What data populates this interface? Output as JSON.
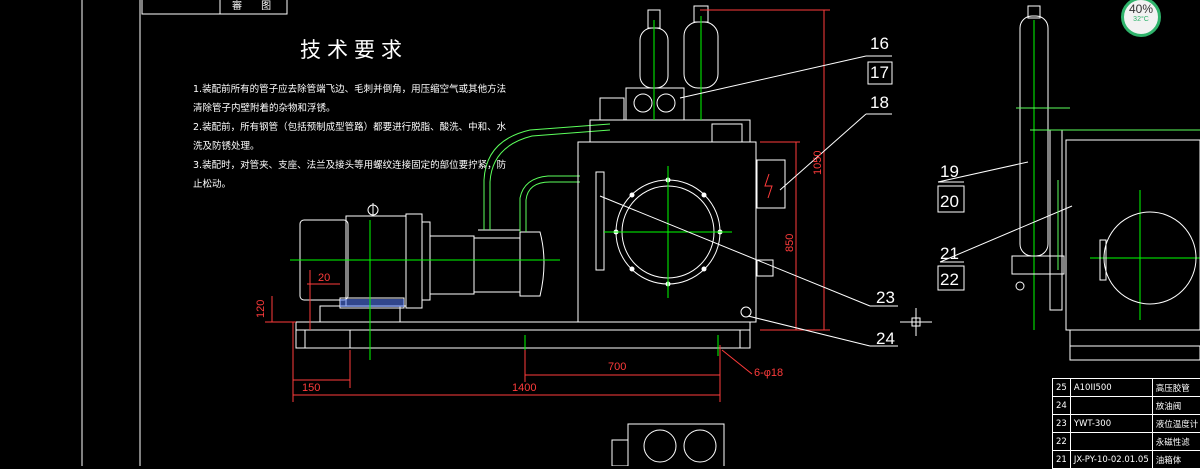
{
  "title_block": {
    "cell": "審 图"
  },
  "requirements": {
    "title": "技术要求",
    "lines": [
      "1.装配前所有的管子应去除管端飞边、毛刺并倒角，用压缩空气或其他方法",
      "  清除管子内壁附着的杂物和浮锈。",
      "2.装配前，所有钢管（包括预制成型管路）都要进行脱脂、酸洗、中和、水",
      "  洗及防锈处理。",
      "3.装配时，对管夹、支座、法兰及接头等用螺纹连接固定的部位要拧紧，防",
      "  止松动。"
    ]
  },
  "balloons": [
    "16",
    "17",
    "18",
    "19",
    "20",
    "21",
    "22",
    "23",
    "24"
  ],
  "dimensions": {
    "d20": "20",
    "d120": "120",
    "d150": "150",
    "d1400": "1400",
    "d700": "700",
    "d850": "850",
    "d1050": "1050",
    "holes": "6-φ18"
  },
  "bom": [
    {
      "no": "25",
      "code": "A10II500",
      "name": "高压胶管"
    },
    {
      "no": "24",
      "code": "",
      "name": "放油阀"
    },
    {
      "no": "23",
      "code": "YWT-300",
      "name": "液位温度计"
    },
    {
      "no": "22",
      "code": "",
      "name": "永磁性滤"
    },
    {
      "no": "21",
      "code": "JX-PY-10-02.01.05",
      "name": "油箱体"
    }
  ],
  "status_badge": {
    "percent": "40%",
    "temperature": "32°C",
    "color": "#2fb36b"
  },
  "colors": {
    "background": "#000000",
    "outline": "#ffffff",
    "centerline": "#00ff00",
    "dimension": "#ff3b3b",
    "pipe": "#5cff5c",
    "leader": "#ffffff"
  }
}
